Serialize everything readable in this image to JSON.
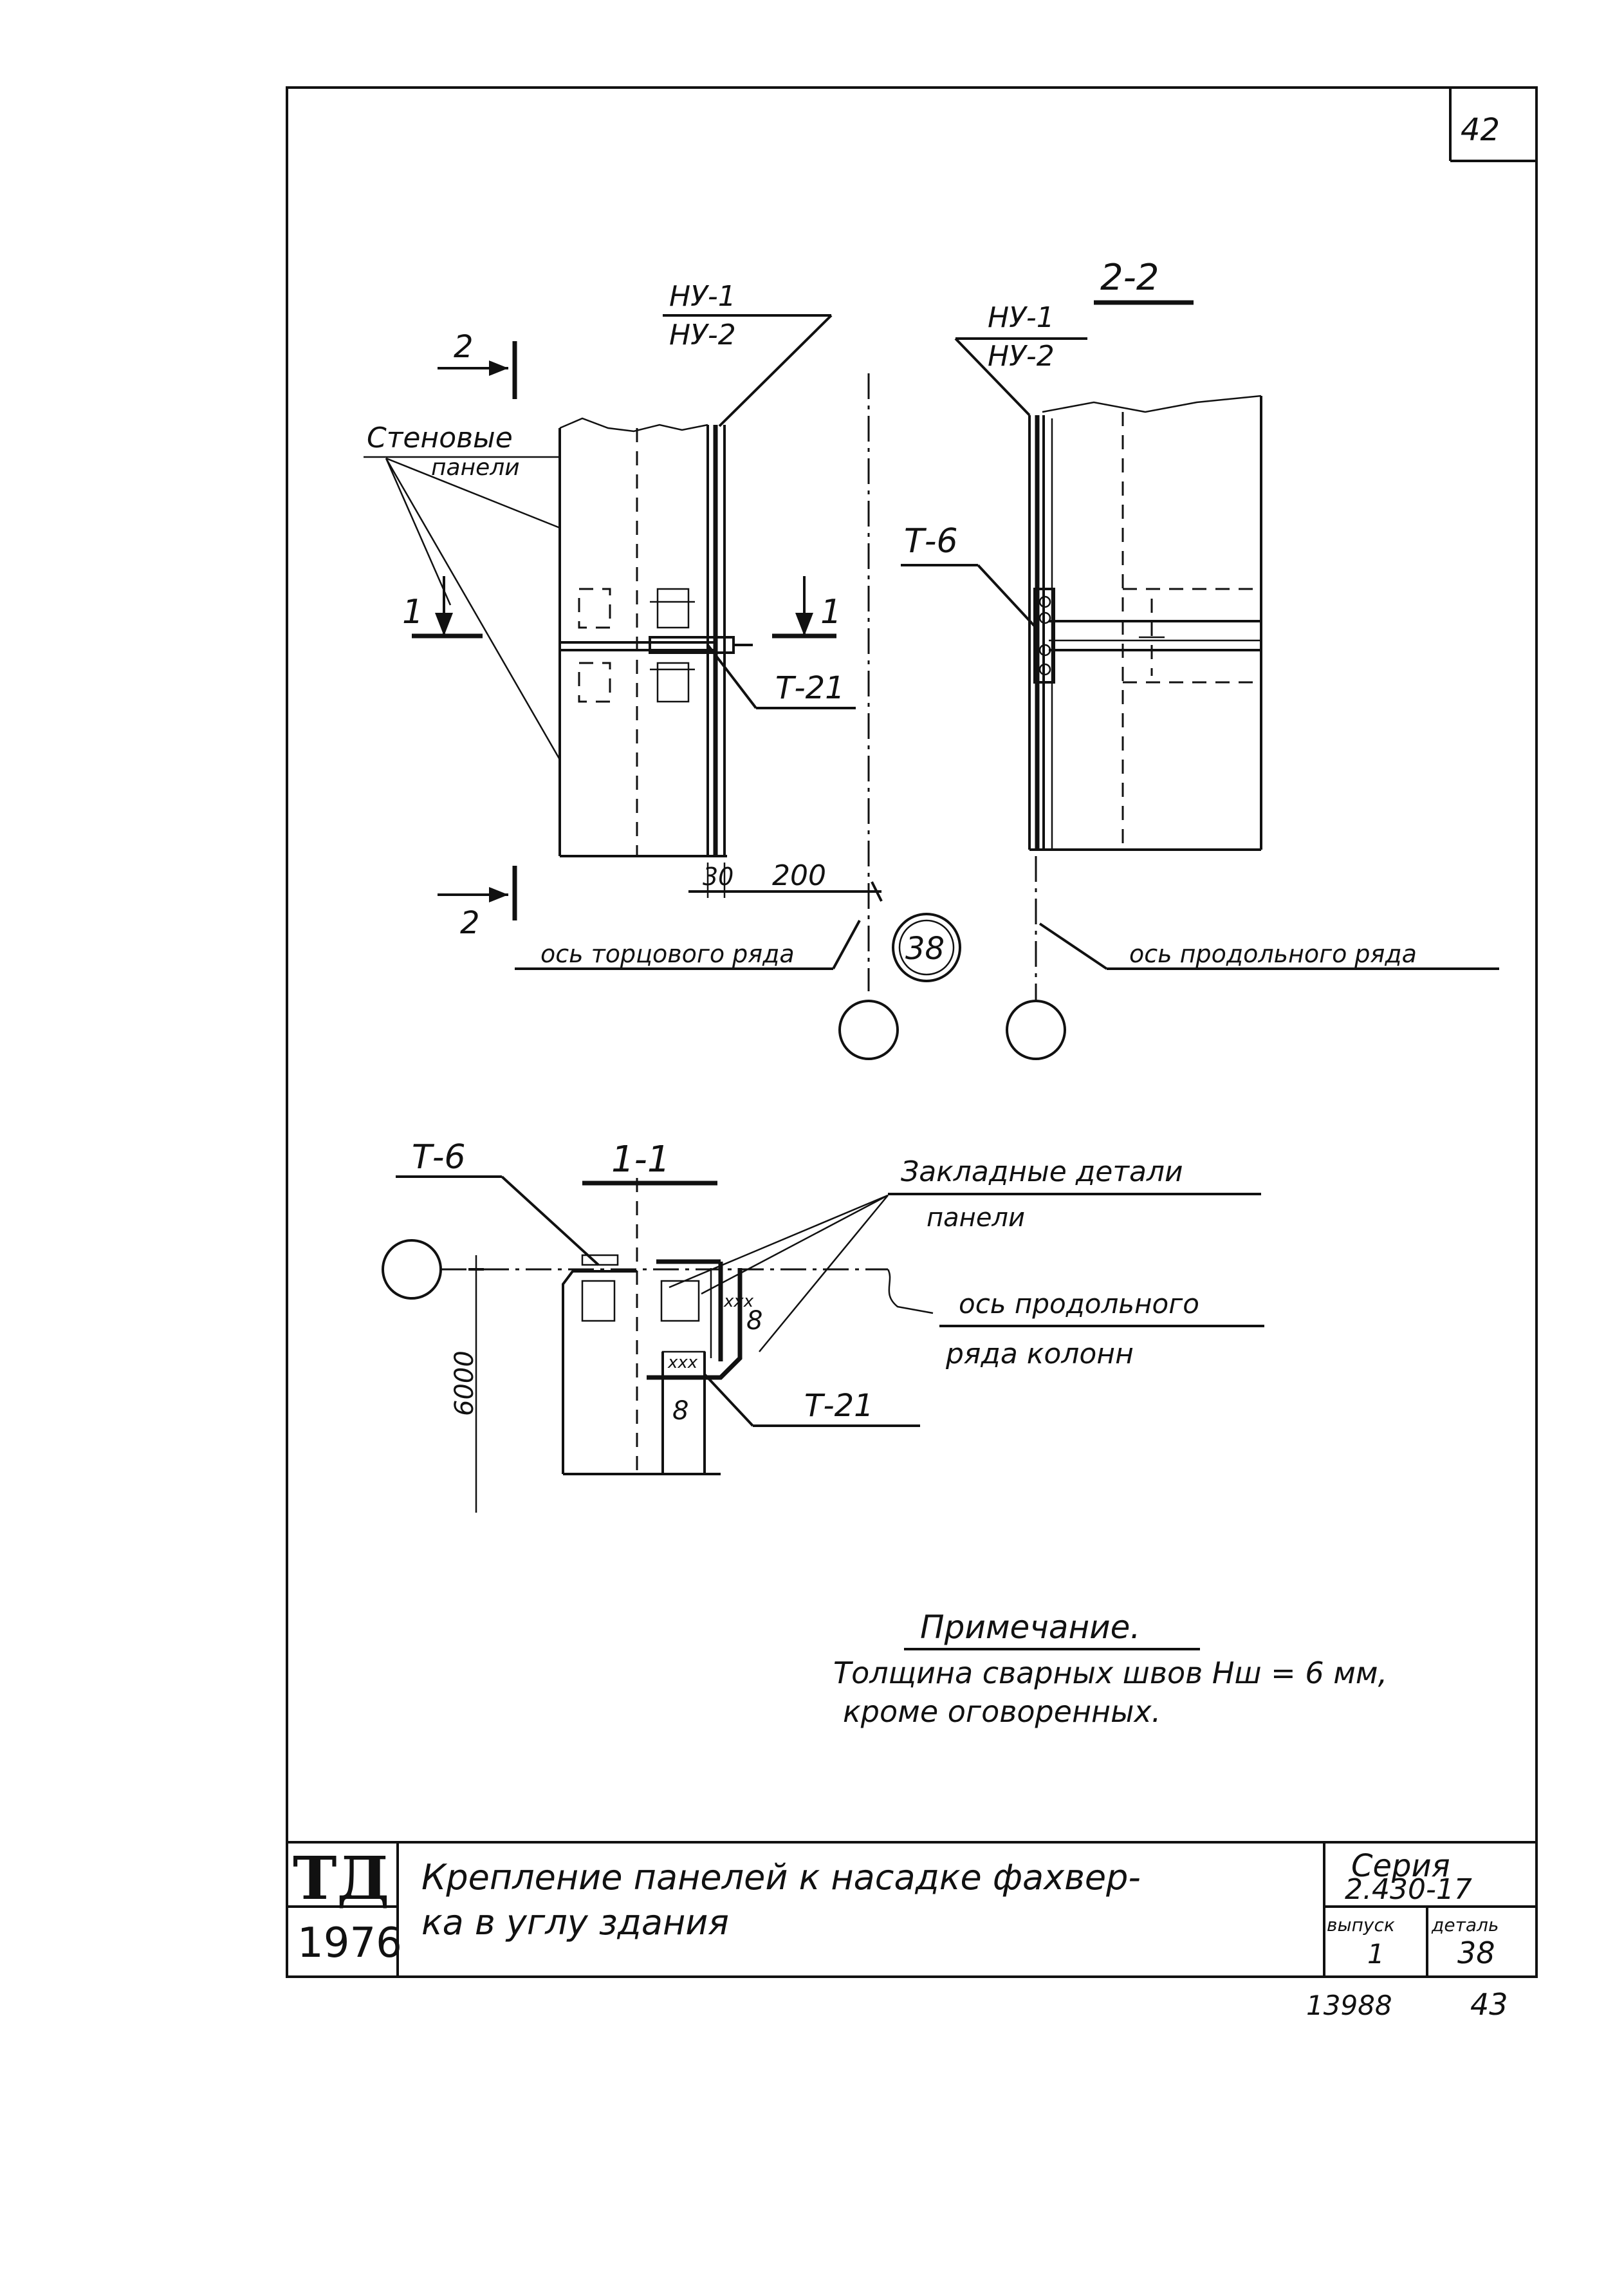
{
  "sheet": {
    "page_number": "42",
    "bottom_number_left": "13988",
    "bottom_number_right": "43"
  },
  "view_2_2": {
    "title": "2-2",
    "leader_top": "НУ-1",
    "leader_bottom": "НУ-2",
    "t6_label": "Т-6",
    "axis_label": "ось продольного ряда"
  },
  "main_view": {
    "leader_top": "НУ-1",
    "leader_bottom": "НУ-2",
    "section_mark_top": "2",
    "section_mark_bottom": "2",
    "section_cut_left": "1",
    "section_cut_right": "1",
    "wall_panels_line1": "Стеновые",
    "wall_panels_line2": "панели",
    "t21_label": "Т-21",
    "dim_30": "30",
    "dim_200": "200",
    "axis_label": "ось торцового ряда",
    "detail_marker": "38"
  },
  "view_1_1": {
    "title": "1-1",
    "t6_label": "Т-6",
    "embedded_line1": "Закладные детали",
    "embedded_line2": "панели",
    "axis_line1": "ось продольного",
    "axis_line2": "ряда колонн",
    "t21_label": "Т-21",
    "dim_6000": "6000",
    "weld_8a": "8",
    "weld_8b": "8"
  },
  "note": {
    "heading": "Примечание.",
    "line1": "Толщина сварных швов Hш = 6 мм,",
    "line2": "кроме оговоренных."
  },
  "title_block": {
    "logo": "ТД",
    "year": "1976",
    "title_line1": "Крепление панелей к насадке фахвер-",
    "title_line2": "ка в углу здания",
    "series_label": "Серия",
    "series_value": "2.430-17",
    "issue_label": "выпуск",
    "issue_value": "1",
    "detail_label": "деталь",
    "detail_value": "38"
  }
}
